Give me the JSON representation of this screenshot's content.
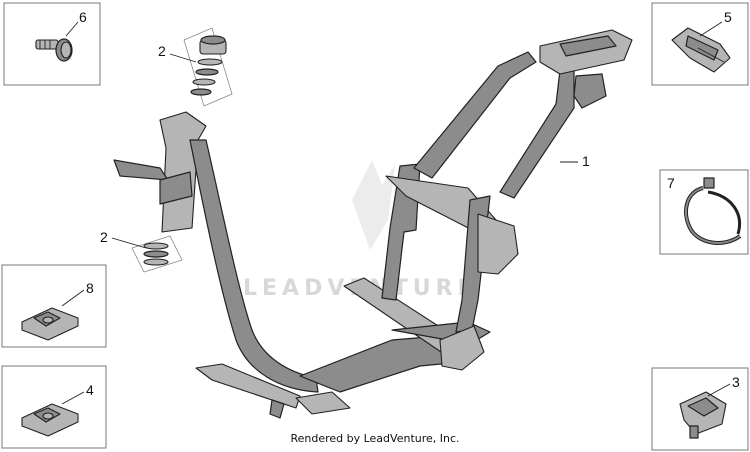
{
  "diagram": {
    "watermark": "LEADVENTURE",
    "credit": "Rendered by LeadVenture, Inc.",
    "callouts": {
      "frame": "1",
      "bearing_top": "2",
      "bearing_bottom": "2",
      "clip_right": "3",
      "nut_lower": "4",
      "clip_upper": "5",
      "screw": "6",
      "cable_tie": "7",
      "nut_upper": "8"
    }
  }
}
